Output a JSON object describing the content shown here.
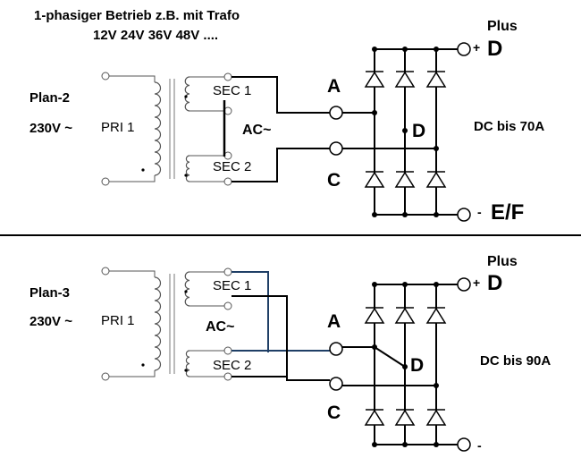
{
  "header": {
    "title": "1-phasiger Betrieb z.B. mit Trafo",
    "voltages": "12V 24V 36V 48V ...."
  },
  "plan2": {
    "name": "Plan-2",
    "mains": "230V ~",
    "pri": "PRI 1",
    "sec1": "SEC 1",
    "sec2": "SEC 2",
    "ac": "AC~",
    "node_a": "A",
    "node_c": "C",
    "node_d": "D",
    "plus": "Plus",
    "plus_sign": "+",
    "plus_node": "D",
    "minus_sign": "-",
    "minus_node": "E/F",
    "dc": "DC bis 70A"
  },
  "plan3": {
    "name": "Plan-3",
    "mains": "230V ~",
    "pri": "PRI 1",
    "sec1": "SEC 1",
    "sec2": "SEC 2",
    "ac": "AC~",
    "node_a": "A",
    "node_c": "C",
    "node_d": "D",
    "plus": "Plus",
    "plus_sign": "+",
    "plus_node": "D",
    "minus_sign": "-",
    "dc": "DC bis 90A"
  },
  "colors": {
    "wire": "#000000",
    "blue_wire": "#1f3f66",
    "separator": "#000000"
  }
}
